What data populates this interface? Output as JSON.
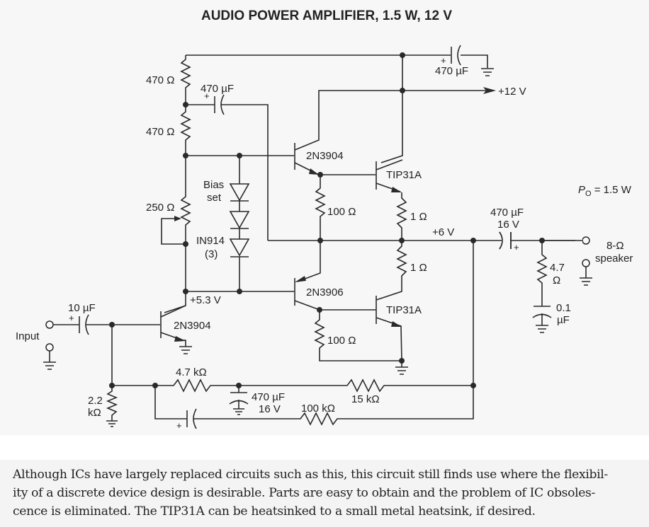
{
  "title": "AUDIO POWER AMPLIFIER, 1.5 W, 12 V",
  "components": {
    "r_top_470": "470 Ω",
    "r_mid_470": "470 Ω",
    "c_bootstrap_value": "470 µF",
    "c_bootstrap_polarity": "+",
    "c_supply_value": "470 µF",
    "c_supply_polarity": "+",
    "supply_label": "+12 V",
    "q1_driver_top": "2N3904",
    "q_output_top": "TIP31A",
    "q1_driver_bottom": "2N3906",
    "q_output_bottom": "TIP31A",
    "q_input": "2N3904",
    "bias_label_line1": "Bias",
    "bias_label_line2": "set",
    "pot_250": "250 Ω",
    "diode_label_line1": "IN914",
    "diode_label_line2": "(3)",
    "r_100_top": "100 Ω",
    "r_100_bottom": "100 Ω",
    "r_1_top": "1 Ω",
    "r_1_bottom": "1 Ω",
    "midpoint_voltage": "+6 V",
    "bias_voltage": "+5.3 V",
    "output_cap_value": "470 µF",
    "output_cap_voltage": "16 V",
    "output_cap_polarity": "+",
    "power_label_p": "P",
    "power_label_sub": "O",
    "power_label_rest": " = 1.5 W",
    "zobel_r_value": "4.7",
    "zobel_r_unit": "Ω",
    "zobel_c_value": "0.1",
    "zobel_c_unit": "µF",
    "speaker_line1": "8-Ω",
    "speaker_line2": "speaker",
    "input_cap": "10 µF",
    "input_cap_polarity": "+",
    "input_label": "Input",
    "r_2k2_line1": "2.2",
    "r_2k2_line2": "kΩ",
    "r_4k7": "4.7 kΩ",
    "c_decouple_value": "470 µF",
    "c_decouple_voltage": "16 V",
    "r_15k": "15 kΩ",
    "r_100k": "100 kΩ",
    "c_feedback_polarity": "+"
  },
  "caption": {
    "lines": [
      "Although ICs have largely replaced circuits such as this, this circuit still finds use where the flexibil-",
      "ity of a discrete device design is desirable. Parts are easy to obtain and the problem of IC obsoles-",
      "cence is eliminated. The TIP31A can be heatsinked to a small metal heatsink, if desired."
    ]
  }
}
